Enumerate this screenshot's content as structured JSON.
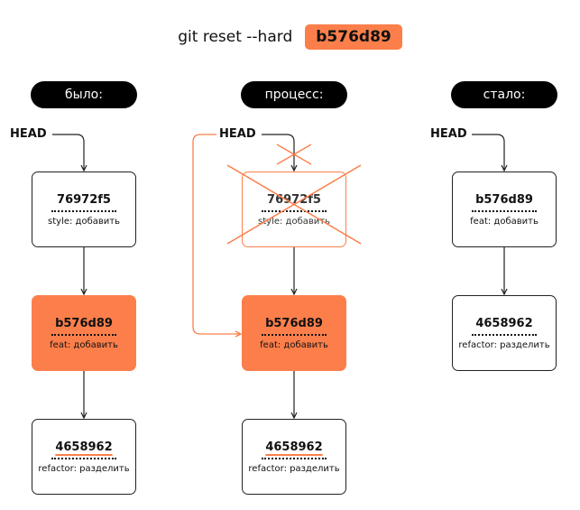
{
  "title": {
    "command": "git reset --hard",
    "target": "b576d89"
  },
  "columns": [
    {
      "label": "было:"
    },
    {
      "label": "процесс:"
    },
    {
      "label": "стало:"
    }
  ],
  "head": "HEAD",
  "commits": {
    "c1": {
      "hash": "76972f5",
      "message": "style: добавить"
    },
    "c2": {
      "hash": "b576d89",
      "message": "feat: добавить"
    },
    "c3": {
      "hash": "4658962",
      "message": "refactor: разделить"
    }
  },
  "colors": {
    "accent": "#fc7f4b",
    "pill": "#000000",
    "text": "#111111"
  }
}
